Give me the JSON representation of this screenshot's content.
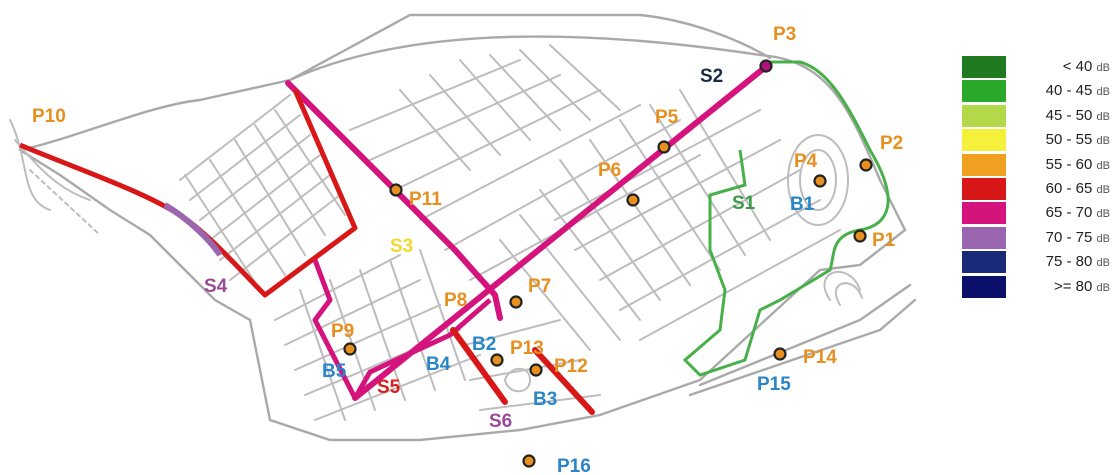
{
  "legend": {
    "items": [
      {
        "label": "< 40",
        "unit": "dB",
        "color": "#1f7a1f"
      },
      {
        "label": "40  -  45",
        "unit": "dB",
        "color": "#2aa82a"
      },
      {
        "label": "45  -  50",
        "unit": "dB",
        "color": "#b3d94a"
      },
      {
        "label": "50  -  55",
        "unit": "dB",
        "color": "#f5f03a"
      },
      {
        "label": "55  -  60",
        "unit": "dB",
        "color": "#f0a020"
      },
      {
        "label": "60  -  65",
        "unit": "dB",
        "color": "#d81818"
      },
      {
        "label": "65  -  70",
        "unit": "dB",
        "color": "#d4147c"
      },
      {
        "label": "70  -  75",
        "unit": "dB",
        "color": "#9a66b0"
      },
      {
        "label": "75  -  80",
        "unit": "dB",
        "color": "#1a2a7a"
      },
      {
        "label": ">= 80",
        "unit": "dB",
        "color": "#0a0f6a"
      }
    ]
  },
  "points": {
    "P1": "P1",
    "P2": "P2",
    "P3": "P3",
    "P4": "P4",
    "P5": "P5",
    "P6": "P6",
    "P7": "P7",
    "P8": "P8",
    "P9": "P9",
    "P10": "P10",
    "P11": "P11",
    "P12": "P12",
    "P13": "P13",
    "P14": "P14",
    "P15": "P15",
    "P16": "P16"
  },
  "sources": {
    "S1": "S1",
    "S2": "S2",
    "S3": "S3",
    "S4": "S4",
    "S5": "S5",
    "S6": "S6"
  },
  "barriers": {
    "B1": "B1",
    "B2": "B2",
    "B3": "B3",
    "B4": "B4",
    "B5": "B5"
  },
  "colors": {
    "point_label": "#e8901f",
    "barrier_label": "#2a86c8",
    "source_S1": "#3a9a4a",
    "source_S2": "#1c2a44",
    "source_S3": "#f0d830",
    "source_S4": "#9a4a9a",
    "source_S5": "#d82020",
    "source_S6": "#9a4a9a",
    "route_magenta": "#d4147c",
    "route_red": "#d81818",
    "route_green": "#48b048",
    "route_purple": "#9a66b0",
    "street": "#bdbdbd"
  }
}
